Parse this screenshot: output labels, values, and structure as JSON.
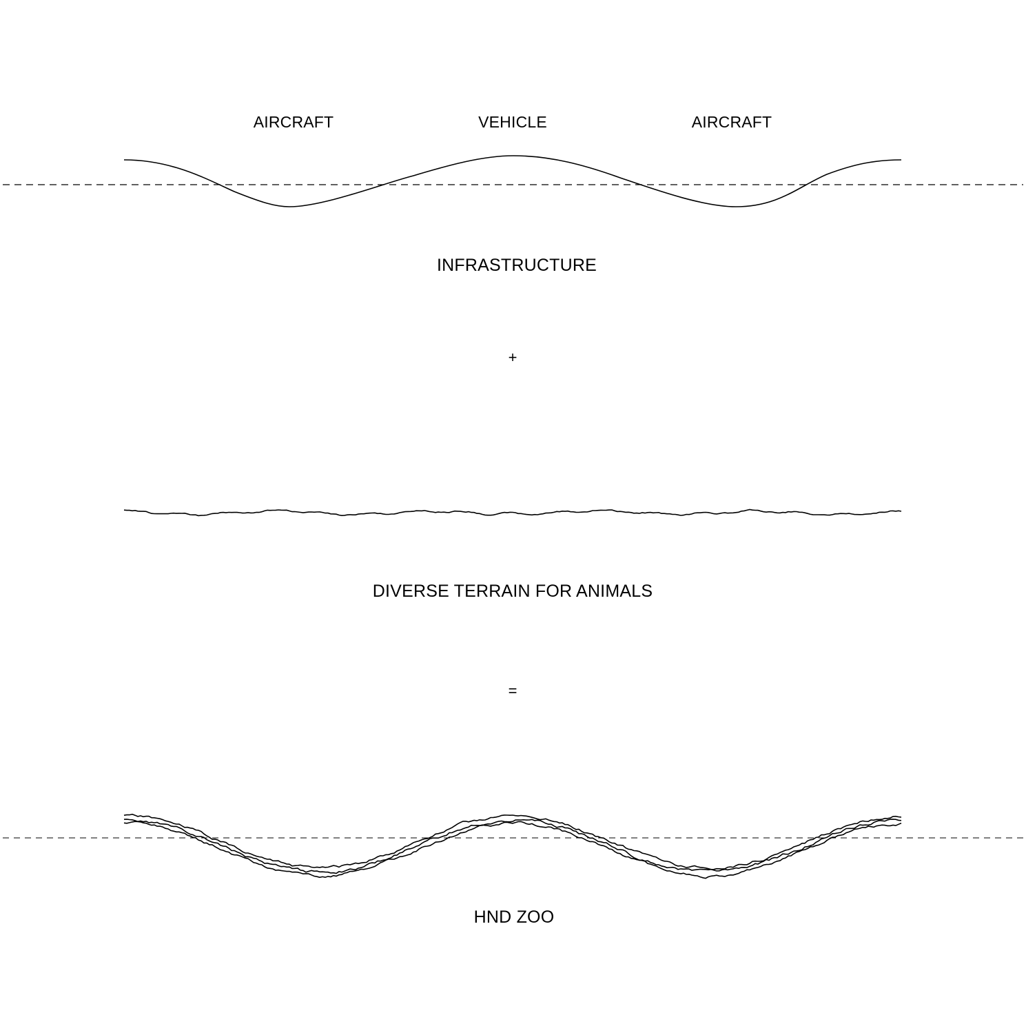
{
  "top_labels": {
    "left": "AIRCRAFT",
    "center": "VEHICLE",
    "right": "AIRCRAFT"
  },
  "infrastructure_label": "INFRASTRUCTURE",
  "plus_symbol": "+",
  "terrain_label": "DIVERSE TERRAIN FOR ANIMALS",
  "equals_symbol": "=",
  "result_label": "HND ZOO",
  "colors": {
    "ink": "#000000",
    "background": "#ffffff"
  }
}
